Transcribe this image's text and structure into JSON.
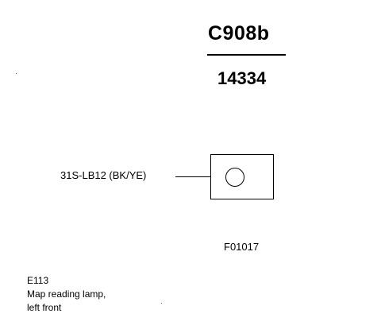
{
  "connector": {
    "id": "C908b",
    "part_number": "14334"
  },
  "pin": {
    "wire_label": "31S-LB12 (BK/YE)"
  },
  "figure": {
    "id": "F01017"
  },
  "component": {
    "code": "E113",
    "description_line1": "Map reading lamp,",
    "description_line2": "left front"
  }
}
